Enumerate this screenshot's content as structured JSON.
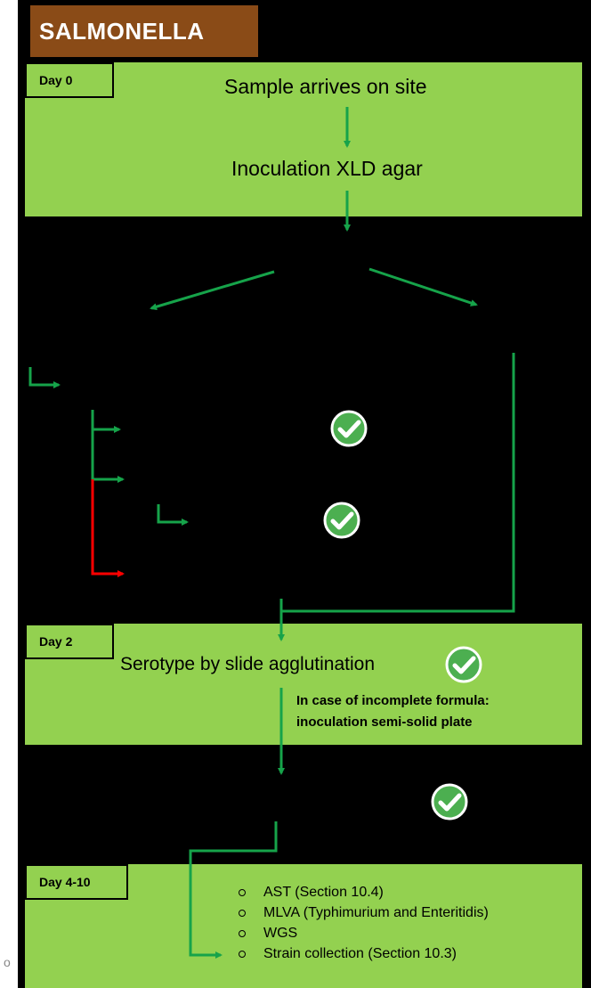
{
  "title": "SALMONELLA",
  "day0": {
    "label": "Day 0",
    "step1": "Sample arrives on site",
    "step2": "Inoculation XLD agar"
  },
  "day2": {
    "label": "Day 2",
    "main": "Serotype by slide agglutination",
    "note_line1": "In case of incomplete formula:",
    "note_line2": "inoculation semi-solid plate"
  },
  "day4": {
    "label": "Day 4-10",
    "items": [
      "AST (Section 10.4)",
      "MLVA (Typhimurium and Enteritidis)",
      "WGS",
      "Strain collection (Section 10.3)"
    ]
  },
  "edge_text": "o",
  "colors": {
    "background": "#000000",
    "title_bg": "#8a4b17",
    "box_green": "#93d150",
    "arrow_green": "#16a34a",
    "arrow_red": "#ff0000",
    "check_green": "#4caf50"
  },
  "icons": {
    "check": "check-circle-icon",
    "arrow": "arrow-icon"
  }
}
